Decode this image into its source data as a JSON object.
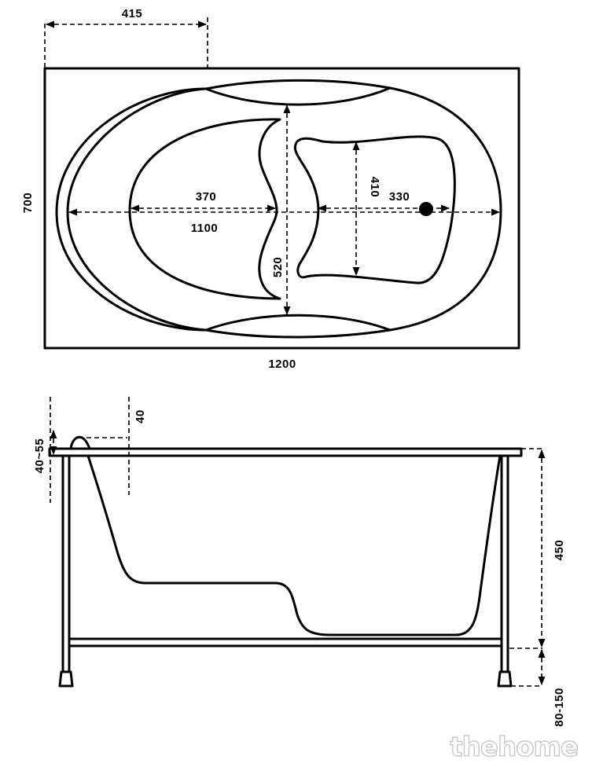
{
  "top_view": {
    "dim_415": "415",
    "dim_700": "700",
    "dim_370": "370",
    "dim_1100": "1100",
    "dim_520": "520",
    "dim_410": "410",
    "dim_330": "330",
    "dim_1200": "1200"
  },
  "side_view": {
    "dim_40_55": "40~55",
    "dim_40": "40",
    "dim_450": "450",
    "dim_80_150": "80-150"
  },
  "watermark": "thehome",
  "colors": {
    "ink": "#000000",
    "background": "#ffffff",
    "watermark_outline": "#c9c9c9"
  }
}
